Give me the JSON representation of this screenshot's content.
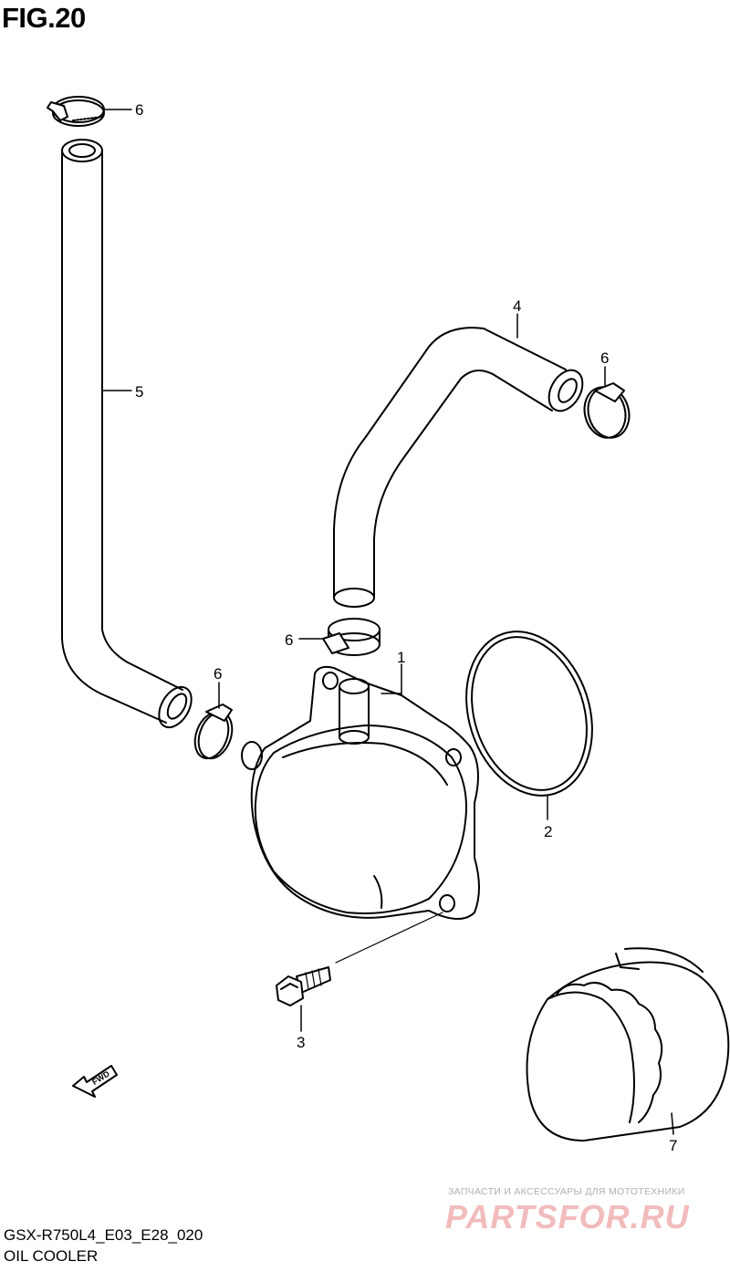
{
  "figure": {
    "title": "FIG.20",
    "model_code": "GSX-R750L4_E03_E28_020",
    "name": "OIL COOLER"
  },
  "callouts": [
    {
      "id": "c6a",
      "label": "6"
    },
    {
      "id": "c5",
      "label": "5"
    },
    {
      "id": "c4",
      "label": "4"
    },
    {
      "id": "c6b",
      "label": "6"
    },
    {
      "id": "c6c",
      "label": "6"
    },
    {
      "id": "c1",
      "label": "1"
    },
    {
      "id": "c6d",
      "label": "6"
    },
    {
      "id": "c2",
      "label": "2"
    },
    {
      "id": "c3",
      "label": "3"
    },
    {
      "id": "c7",
      "label": "7"
    }
  ],
  "fwd_label": "FWD",
  "watermark": {
    "line1": "ЗАПЧАСТИ И АКСЕССУАРЫ ДЛЯ МОТОТЕХНИКИ",
    "logo": "PARTSFOR.RU",
    "color": "#f2bcbc"
  }
}
